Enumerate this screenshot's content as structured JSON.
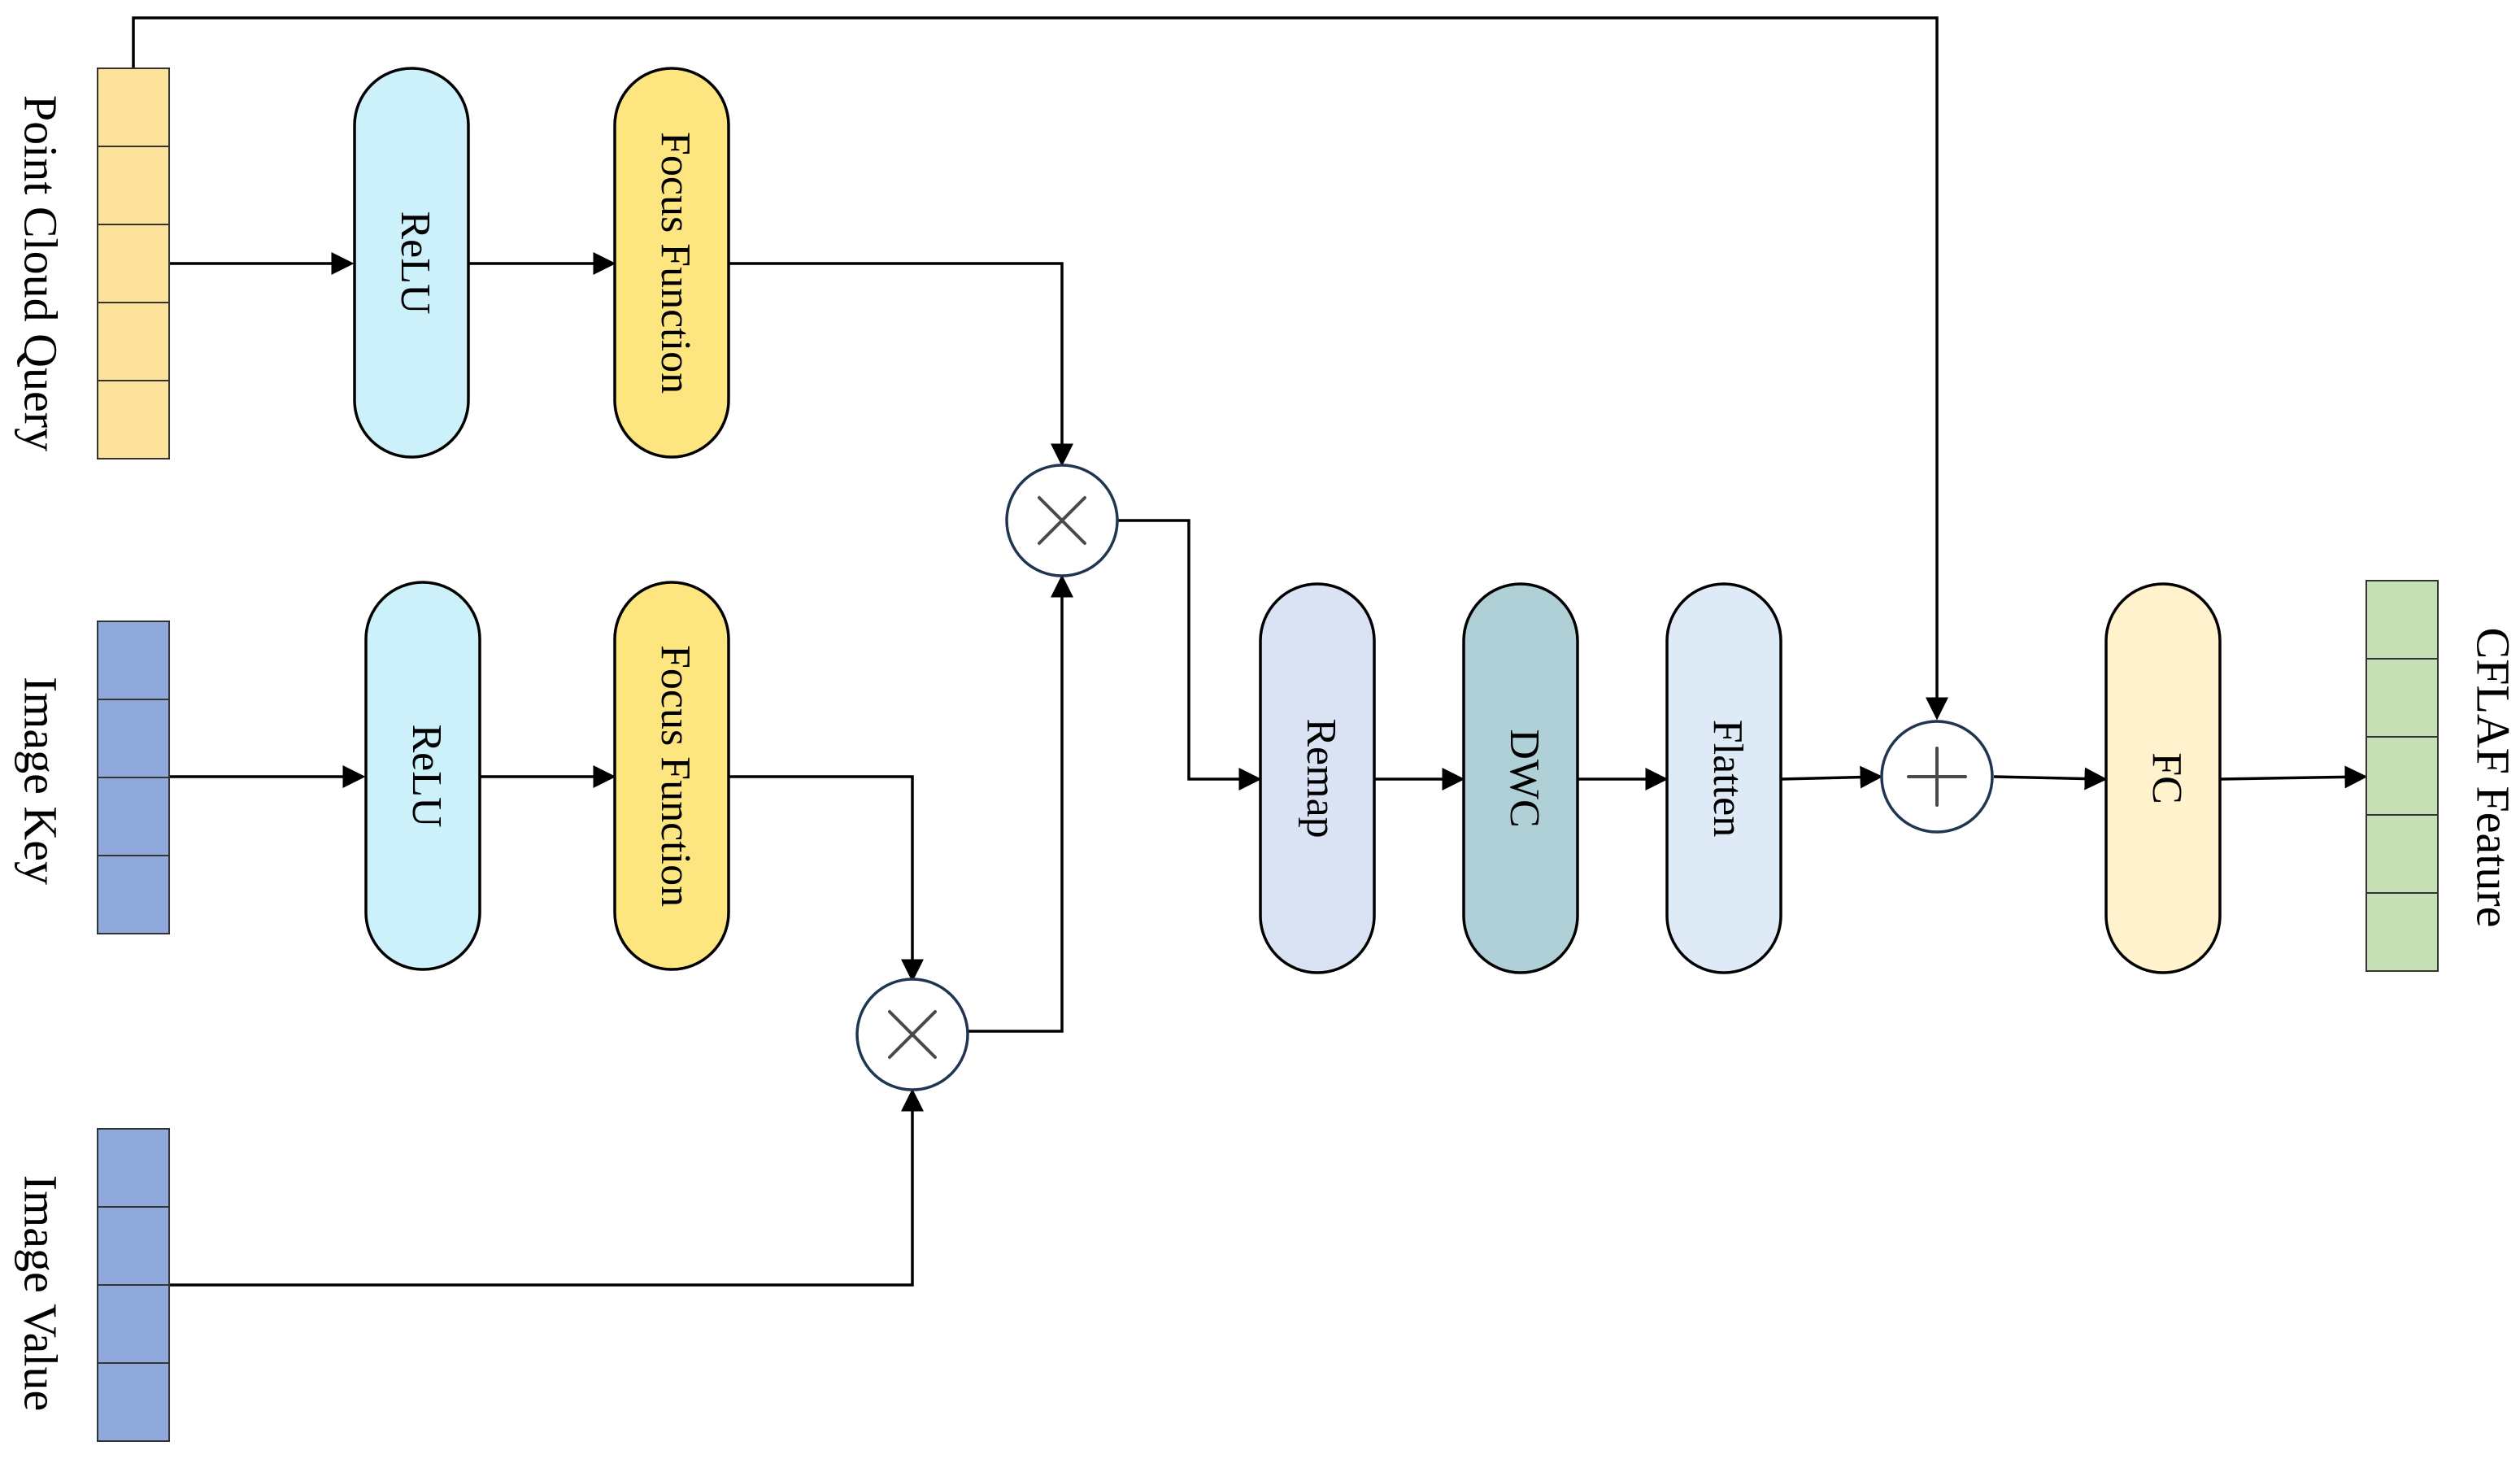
{
  "inputs": {
    "point_cloud_query": {
      "label": "Point Cloud Query",
      "color": "#fde29c"
    },
    "image_key": {
      "label": "Image Key",
      "color": "#8fa9dc"
    },
    "image_value": {
      "label": "Image Value",
      "color": "#8fa9dc"
    }
  },
  "output": {
    "label": "CFLAF Feature",
    "color": "#c5e0b4"
  },
  "nodes": {
    "relu_query": {
      "label": "ReLU",
      "color": "#cdf1fb"
    },
    "focus_query": {
      "label": "Focus Function",
      "color": "#fde680"
    },
    "relu_key": {
      "label": "ReLU",
      "color": "#cdf1fb"
    },
    "focus_key": {
      "label": "Focus Function",
      "color": "#fde680"
    },
    "remap": {
      "label": "Remap",
      "color": "#dae3f3"
    },
    "dwc": {
      "label": "DWC",
      "color": "#aed0d6"
    },
    "flatten": {
      "label": "Flatten",
      "color": "#deebf7"
    },
    "fc": {
      "label": "FC",
      "color": "#fff2cc"
    }
  },
  "operators": {
    "multiply_query": "multiply",
    "multiply_key_value": "multiply",
    "add_residual": "add"
  }
}
